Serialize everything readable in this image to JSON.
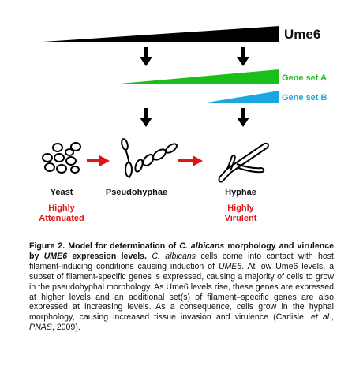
{
  "figure": {
    "ume6_label": "Ume6",
    "gene_set_a_label": "Gene set A",
    "gene_set_b_label": "Gene set B",
    "stages": {
      "yeast": "Yeast",
      "pseudohyphae": "Pseudohyphae",
      "hyphae": "Hyphae"
    },
    "notes": {
      "attenuated_line1": "Highly",
      "attenuated_line2": "Attenuated",
      "virulent_line1": "Highly",
      "virulent_line2": "Virulent"
    },
    "colors": {
      "ume6_wedge": "#000000",
      "gene_set_a": "#19c01a",
      "gene_set_b": "#1aa6e0",
      "transition_arrow": "#e01515",
      "emphasis_text": "#e01515"
    }
  },
  "caption": {
    "t1": "Figure 2.  Model for determination of ",
    "t2": "C. albicans",
    "t3": " morphology and virulence by ",
    "t4": "UME6",
    "t5": " expression levels.",
    "t6": "  ",
    "t7": "C. albicans",
    "t8": " cells come into contact with host filament-inducing conditions causing induction of ",
    "t9": "UME6",
    "t10": ". At low Ume6 levels, a subset of filament-specific genes is expressed, causing a majority of cells to grow in the pseudohyphal morphology. As Ume6 levels rise, these genes are expressed at higher levels and an additional set(s) of filament–specific genes are also expressed at increasing levels. As a consequence, cells grow in the hyphal morphology, causing increased tissue invasion and virulence (Carlisle, ",
    "t11": "et al",
    "t12": "., ",
    "t13": "PNAS",
    "t14": ", 2009)."
  }
}
